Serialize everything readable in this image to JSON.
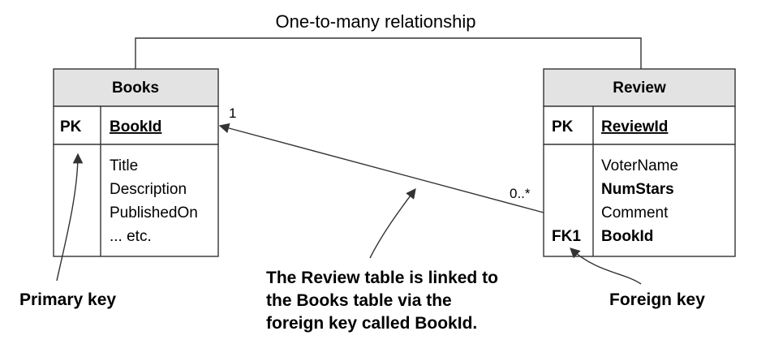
{
  "relationship_title": "One-to-many relationship",
  "books": {
    "title": "Books",
    "pk_label": "PK",
    "pk_field": "BookId",
    "fields": [
      "Title",
      "Description",
      "PublishedOn",
      "... etc."
    ]
  },
  "review": {
    "title": "Review",
    "pk_label": "PK",
    "pk_field": "ReviewId",
    "fields": [
      "VoterName",
      "NumStars",
      "Comment",
      "BookId"
    ],
    "fk_label": "FK1"
  },
  "multiplicity": {
    "one": "1",
    "many": "0..*"
  },
  "annotations": {
    "primary_key": "Primary key",
    "foreign_key": "Foreign key",
    "link_note": [
      "The Review table is linked to",
      "the Books table via the",
      "foreign key called BookId."
    ]
  },
  "colors": {
    "header_fill": "#e3e3e3",
    "line": "#333333",
    "text": "#111111"
  }
}
